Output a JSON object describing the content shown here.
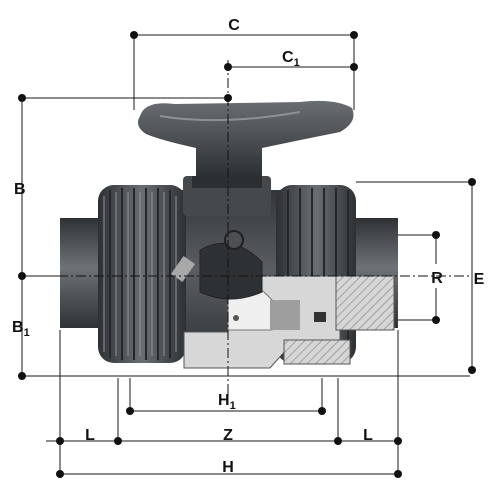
{
  "labels": {
    "C": "C",
    "C1_main": "C",
    "C1_sub": "1",
    "B": "B",
    "B1_main": "B",
    "B1_sub": "1",
    "E": "E",
    "R": "R",
    "H1_main": "H",
    "H1_sub": "1",
    "L_left": "L",
    "L_right": "L",
    "Z": "Z",
    "H": "H"
  },
  "colors": {
    "body_dark": "#3c3f42",
    "body_mid": "#55595d",
    "highlight": "#8a8f94",
    "cutaway_light": "#d9d9d9",
    "cutaway_mid": "#bdbdbd",
    "thread": "#c8c8c8",
    "line": "#1a1a1a"
  }
}
